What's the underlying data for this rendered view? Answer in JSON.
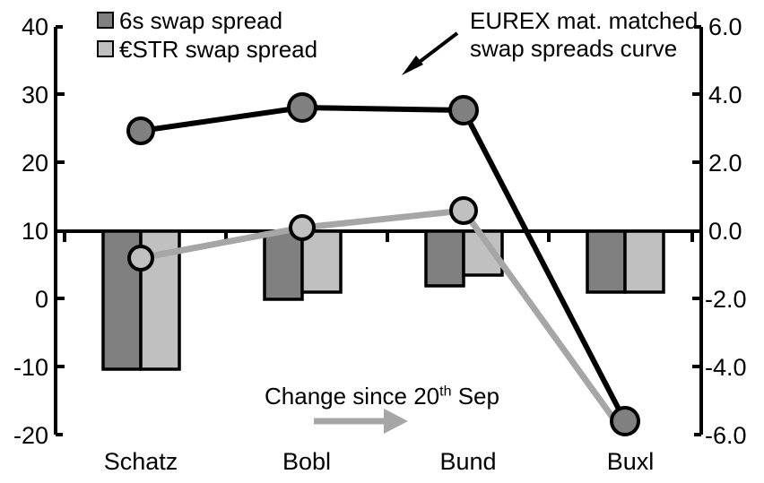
{
  "legend": {
    "position": "top-left",
    "items": [
      {
        "label": "6s swap spread",
        "color": "#808080",
        "name": "legend-6s-swap-spread"
      },
      {
        "label": "€STR swap spread",
        "color": "#c0c0c0",
        "name": "legend-estr-swap-spread"
      }
    ]
  },
  "annotations": {
    "eurex_line1": "EUREX mat. matched",
    "eurex_line2": "swap spreads curve",
    "change_prefix": "Change since 20",
    "change_sup": "th",
    "change_suffix": " Sep"
  },
  "axes": {
    "left_ticks": [
      "40",
      "30",
      "20",
      "10",
      "0",
      "-10",
      "-20"
    ],
    "right_ticks": [
      "6.0",
      "4.0",
      "2.0",
      "0.0",
      "-2.0",
      "-4.0",
      "-6.0"
    ]
  },
  "colors": {
    "bar_dark": "#808080",
    "bar_light": "#c0c0c0",
    "line_black": "#000000",
    "line_gray": "#a6a6a6",
    "marker_fill": "#808080",
    "marker_fill_light": "#c0c0c0",
    "axis": "#000000",
    "arrow_gray": "#a6a6a6"
  },
  "chart_data": {
    "type": "bar",
    "title": "",
    "xlabel": "",
    "ylabel": "",
    "categories": [
      "Schatz",
      "Bobl",
      "Bund",
      "Buxl"
    ],
    "left_axis": {
      "label": "",
      "ylim": [
        -20,
        40
      ],
      "ticks": [
        40,
        30,
        20,
        10,
        0,
        -10,
        -20
      ],
      "zero_reference": 10
    },
    "right_axis": {
      "label": "",
      "ylim": [
        -6.0,
        6.0
      ],
      "ticks": [
        6.0,
        4.0,
        2.0,
        0.0,
        -2.0,
        -4.0,
        -6.0
      ]
    },
    "grid": false,
    "series": [
      {
        "name": "6s swap spread",
        "type": "bar",
        "axis": "left",
        "color": "#808080",
        "values": [
          -10.3,
          0.0,
          2.0,
          1.0
        ]
      },
      {
        "name": "€STR swap spread",
        "type": "bar",
        "axis": "left",
        "color": "#c0c0c0",
        "values": [
          -10.3,
          1.0,
          3.5,
          1.0
        ]
      },
      {
        "name": "EUREX mat. matched swap spreads curve",
        "type": "line",
        "axis": "right",
        "color": "#000000",
        "marker": "circle",
        "values": [
          3.0,
          3.65,
          3.55,
          -5.6
        ]
      },
      {
        "name": "Change since 20th Sep",
        "type": "line",
        "axis": "right",
        "color": "#a6a6a6",
        "marker": "circle",
        "values": [
          -0.8,
          0.1,
          0.6,
          -6.0
        ]
      }
    ]
  }
}
